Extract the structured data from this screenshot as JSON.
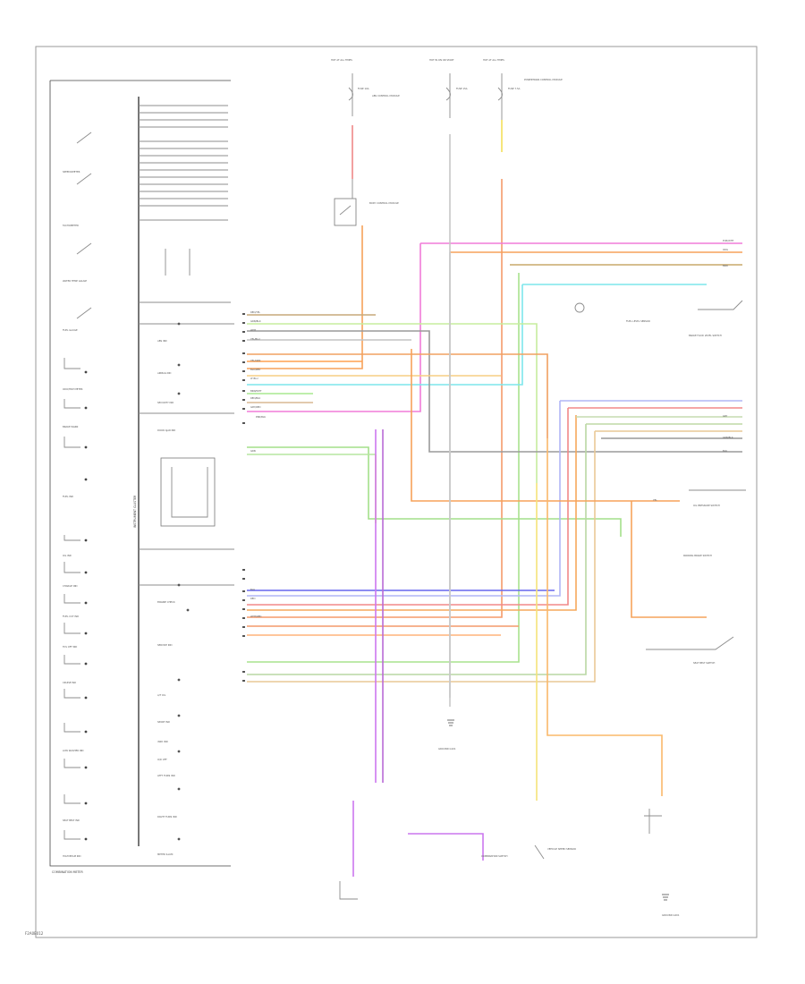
{
  "footer_code": "F2A0E012",
  "cluster": {
    "title": "INSTRUMENT CLUSTER",
    "footer_label": "COMBINATION METER",
    "left_indicators": [
      "SPEEDOMETER",
      "TACHOMETER",
      "WATER TEMP GAUGE",
      "FUEL GAUGE",
      "ODO/TRIP METER",
      "BRAKE WARN",
      "FUEL IND",
      "OIL IND",
      "CHARGE IND",
      "FUEL CUT IND",
      "TCS OFF IND",
      "CRUISE IND",
      "LOW WASHER IND",
      "SEAT BELT IND",
      "HIGH BEAM IND"
    ],
    "right_indicators": [
      "ABS IND",
      "AIRBAG IND",
      "SECURITY IND",
      "DOOR AJAR IND",
      "ENGINE CHECK",
      "SERVICE IND",
      "A/T OIL",
      "SPORT IND",
      "4WD IND",
      "O/D OFF",
      "LEFT TURN IND",
      "RIGHT TURN IND",
      "METER ILLUM"
    ]
  },
  "fuses": [
    {
      "title": "HOT AT ALL TIMES",
      "fuse": "FUSE 10A"
    },
    {
      "title": "HOT IN ON OR START",
      "fuse": "FUSE 15A"
    },
    {
      "title": "HOT AT ALL TIMES",
      "fuse": "FUSE 7.5A"
    }
  ],
  "wire_labels": [
    "RED/YEL",
    "GRN/BLK",
    "WHT",
    "YEL/BLU",
    "YEL/GRN",
    "BLU/RED",
    "LT BLU",
    "BRN/WHT",
    "RED/BLK",
    "GRY/RED",
    "GRN",
    "BLU",
    "RED",
    "WHT/RED",
    "PNK/BLK",
    "ORG",
    "BRN",
    "GRY",
    "BLK",
    "PUR/WHT",
    "GRN/BLK",
    "YEL"
  ],
  "components": [
    "ABS CONTROL MODULE",
    "POWERTRAIN CONTROL MODULE",
    "BODY CONTROL MODULE",
    "FUEL LEVEL SENSOR",
    "BRAKE FLUID LEVEL SWITCH",
    "OIL PRESSURE SWITCH",
    "PARKING BRAKE SWITCH",
    "SEAT BELT SWITCH",
    "VEHICLE SPEED SENSOR",
    "COMBINATION SWITCH",
    "GROUND G101",
    "GROUND G201"
  ]
}
